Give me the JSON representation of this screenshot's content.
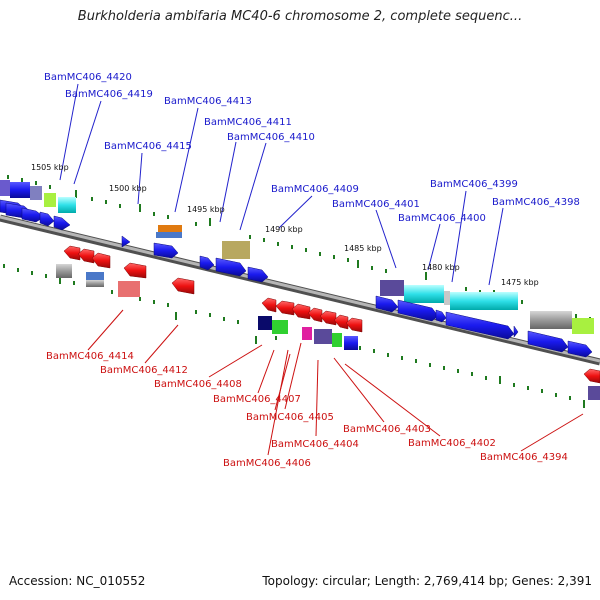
{
  "title": "Burkholderia ambifaria MC40-6 chromosome 2, complete sequenc...",
  "footer": {
    "accession": "Accession: NC_010552",
    "summary": "Topology: circular; Length: 2,769,414 bp; Genes: 2,391"
  },
  "scale": [
    "1505 kbp",
    "1500 kbp",
    "1495 kbp",
    "1490 kbp",
    "1485 kbp",
    "1480 kbp",
    "1475 kbp"
  ],
  "genes_top": [
    "BamMC406_4420",
    "BamMC406_4419",
    "BamMC406_4413",
    "BamMC406_4411",
    "BamMC406_4410",
    "BamMC406_4415",
    "BamMC406_4409",
    "BamMC406_4401",
    "BamMC406_4400",
    "BamMC406_4399",
    "BamMC406_4398"
  ],
  "genes_bottom": [
    "BamMC406_4414",
    "BamMC406_4412",
    "BamMC406_4408",
    "BamMC406_4407",
    "BamMC406_4405",
    "BamMC406_4404",
    "BamMC406_4406",
    "BamMC406_4403",
    "BamMC406_4402",
    "BamMC406_4394"
  ],
  "colors": {
    "forward_label": "#1a1acc",
    "reverse_label": "#cc1111",
    "forward_gene": "#1a1aee",
    "reverse_gene": "#ee1111",
    "backbone": "#8a8a8a",
    "tick": "#1f7a1f"
  }
}
